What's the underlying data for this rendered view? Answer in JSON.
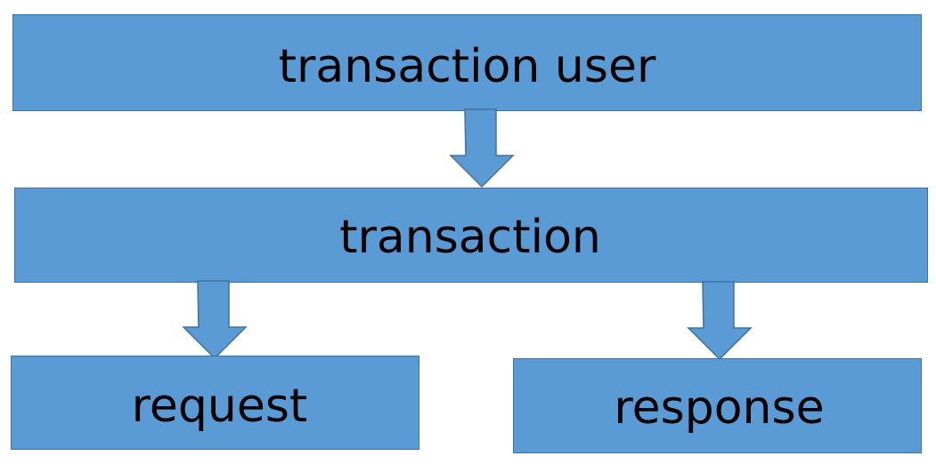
{
  "diagram": {
    "nodes": {
      "transaction_user": "transaction user",
      "transaction": "transaction",
      "request": "request",
      "response": "response"
    },
    "edges": [
      {
        "from": "transaction user",
        "to": "transaction"
      },
      {
        "from": "transaction",
        "to": "request"
      },
      {
        "from": "transaction",
        "to": "response"
      }
    ]
  },
  "colors": {
    "box_fill": "#5b9bd5",
    "box_border": "#41719c",
    "text": "#000000"
  }
}
